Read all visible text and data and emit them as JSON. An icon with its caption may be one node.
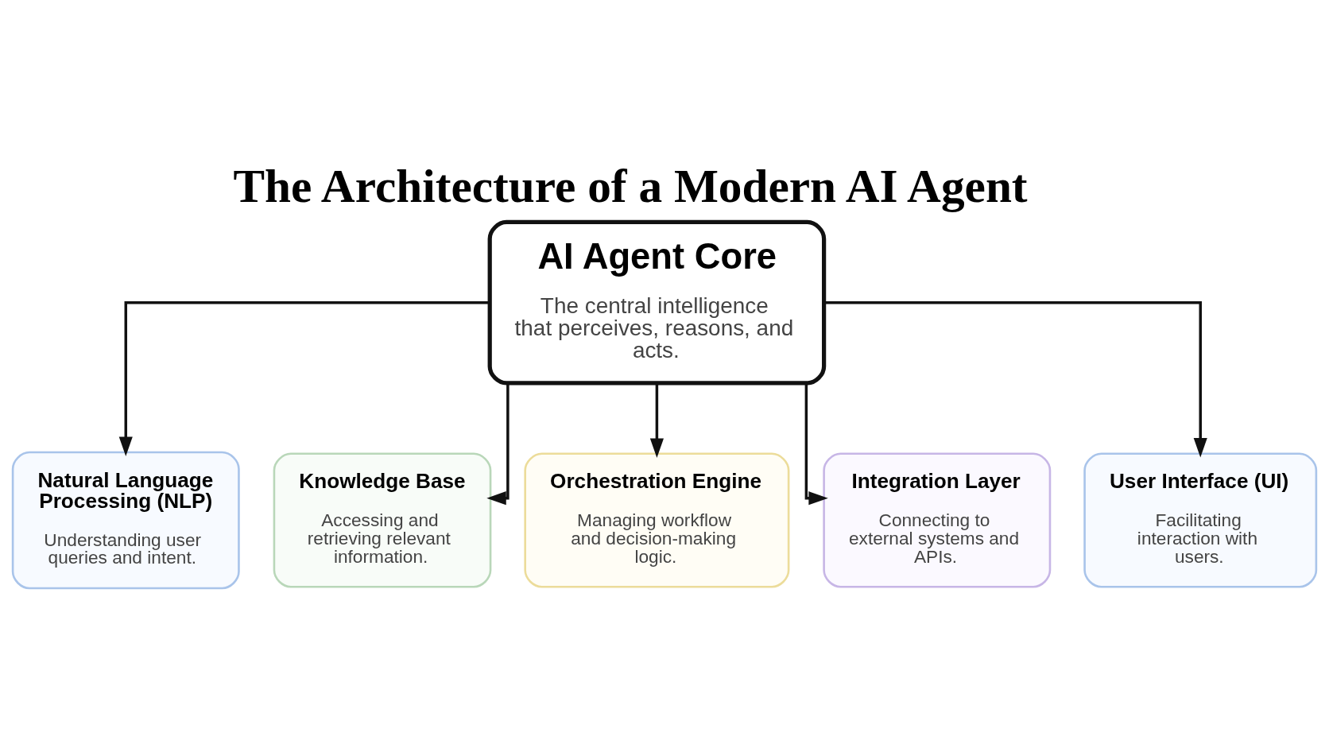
{
  "diagram": {
    "title": "The Architecture of a Modern AI Agent",
    "nodes": [
      {
        "text": [
          "AI Agent Core",
          "The central intelligence that perceives, reasons, and acts."
        ]
      },
      {
        "text": [
          "Natural Language Processing (NLP)",
          "Understanding user queries and intent."
        ]
      },
      {
        "text": [
          "Knowledge Base",
          "Accessing and retrieving relevant information."
        ]
      },
      {
        "text": [
          "Orchestration Engine",
          "Managing workflow and decision-making logic."
        ]
      },
      {
        "text": [
          "Integration Layer",
          "Connecting to external systems and APIs."
        ]
      },
      {
        "text": [
          "User Interface (UI)",
          "Facilitating interaction with users."
        ]
      }
    ],
    "edges": [
      {
        "from": 0,
        "to": 1,
        "arrow": "to"
      },
      {
        "from": 0,
        "to": 2,
        "arrow": "to"
      },
      {
        "from": 0,
        "to": 3,
        "arrow": "to"
      },
      {
        "from": 0,
        "to": 4,
        "arrow": "to"
      },
      {
        "from": 0,
        "to": 5,
        "arrow": "to"
      }
    ]
  }
}
